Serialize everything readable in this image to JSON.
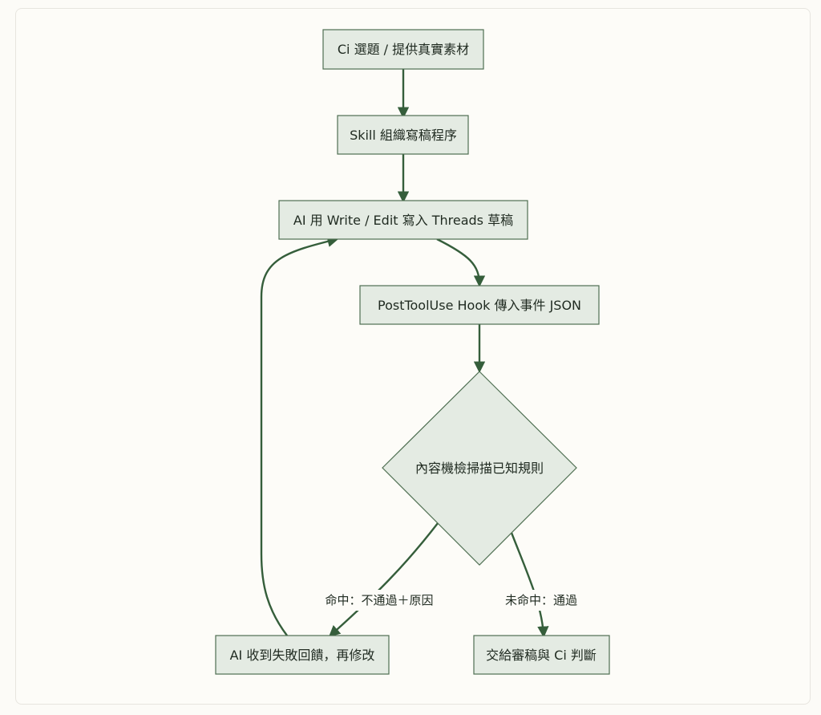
{
  "diagram": {
    "nodes": {
      "n1": "Ci 選題 / 提供真實素材",
      "n2": "Skill 組織寫稿程序",
      "n3": "AI 用 Write / Edit 寫入 Threads 草稿",
      "n4": "PostToolUse Hook 傳入事件 JSON",
      "n5": "內容機檢掃描已知規則",
      "n6": "AI 收到失敗回饋，再修改",
      "n7": "交給審稿與 Ci 判斷"
    },
    "edges": {
      "hit_label": "命中：不通過＋原因",
      "miss_label": "未命中：通過"
    },
    "colors": {
      "node_fill": "#e4ebe3",
      "node_stroke": "#4f6f52",
      "edge": "#355e3b",
      "background": "#fdfcf8"
    }
  }
}
